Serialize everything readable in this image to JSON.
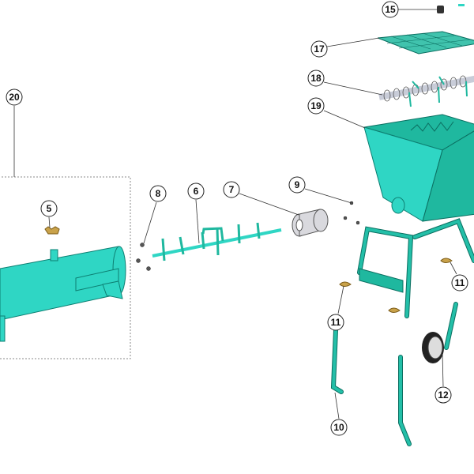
{
  "diagram": {
    "callouts": [
      {
        "id": "callout-15",
        "label": "15"
      },
      {
        "id": "callout-17",
        "label": "17"
      },
      {
        "id": "callout-18",
        "label": "18"
      },
      {
        "id": "callout-19",
        "label": "19"
      },
      {
        "id": "callout-20",
        "label": "20"
      },
      {
        "id": "callout-5",
        "label": "5"
      },
      {
        "id": "callout-8",
        "label": "8"
      },
      {
        "id": "callout-6",
        "label": "6"
      },
      {
        "id": "callout-7",
        "label": "7"
      },
      {
        "id": "callout-9",
        "label": "9"
      },
      {
        "id": "callout-11a",
        "label": "11"
      },
      {
        "id": "callout-11b",
        "label": "11"
      },
      {
        "id": "callout-12",
        "label": "12"
      },
      {
        "id": "callout-10",
        "label": "10"
      }
    ],
    "colors": {
      "part": "#2fd6c4",
      "part_dark": "#1fb89f",
      "brass": "#c9a24a",
      "metal": "#d9d9de"
    }
  }
}
